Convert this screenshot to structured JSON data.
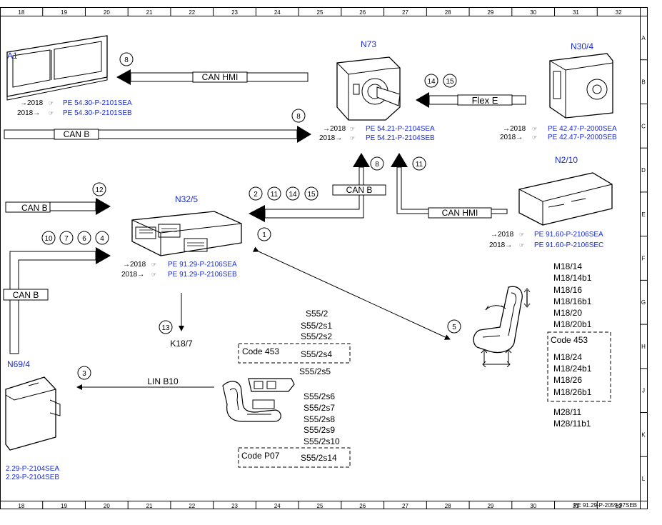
{
  "grid": {
    "columns": [
      "18",
      "19",
      "20",
      "21",
      "22",
      "23",
      "24",
      "25",
      "26",
      "27",
      "28",
      "29",
      "30",
      "31",
      "32"
    ],
    "rows": [
      "A",
      "B",
      "C",
      "D",
      "E",
      "F",
      "G",
      "H",
      "J",
      "K",
      "L"
    ]
  },
  "components": {
    "a1": "A1",
    "n73": "N73",
    "n30_4": "N30/4",
    "n2_10": "N2/10",
    "n32_5": "N32/5",
    "n69_4": "N69/4",
    "k18_7": "K18/7"
  },
  "year_labels": {
    "to_2018": "→2018",
    "from_2018": "2018→"
  },
  "refs": {
    "a1": [
      "PE 54.30-P-2101SEA",
      "PE 54.30-P-2101SEB"
    ],
    "n73": [
      "PE 54.21-P-2104SEA",
      "PE 54.21-P-2104SEB"
    ],
    "n30_4": [
      "PE 42.47-P-2000SEA",
      "PE 42.47-P-2000SEB"
    ],
    "n2_10": [
      "PE 91.60-P-2106SEA",
      "PE 91.60-P-2106SEC"
    ],
    "n32_5": [
      "PE 91.29-P-2106SEA",
      "PE 91.29-P-2106SEB"
    ],
    "n69_4": [
      "2.29-P-2104SEA",
      "2.29-P-2104SEB"
    ]
  },
  "bus_labels": {
    "can_hmi_a1": "CAN HMI",
    "can_b_top": "CAN B",
    "flex_e": "Flex E",
    "can_b_n73": "CAN B",
    "can_hmi_n2": "CAN HMI",
    "can_b_left": "CAN B",
    "can_b_left2": "CAN B",
    "lin_b10": "LIN B10"
  },
  "circle_numbers": {
    "a1": "8",
    "can_b_top": "8",
    "flex": [
      "14",
      "15"
    ],
    "n73_in": "8",
    "n2_in": "11",
    "n32_in": [
      "2",
      "11",
      "14",
      "15"
    ],
    "can12": "12",
    "left_group": [
      "10",
      "7",
      "6",
      "4"
    ],
    "seat_link": "1",
    "seat_right": "5",
    "k18": "13",
    "lin": "3"
  },
  "switch_list": {
    "top": [
      "S55/2",
      "S55/2s1",
      "S55/2s2"
    ],
    "code_box": {
      "code": "Code 453",
      "item": "S55/2s4"
    },
    "middle": "S55/2s5",
    "lower": [
      "S55/2s6",
      "S55/2s7",
      "S55/2s8",
      "S55/2s9",
      "S55/2s10"
    ],
    "code_box2": {
      "code": "Code P07",
      "item": "S55/2s14"
    }
  },
  "motor_list": {
    "top": [
      "M18/14",
      "M18/14b1",
      "M18/16",
      "M18/16b1",
      "M18/20",
      "M18/20b1"
    ],
    "code_box": {
      "code": "Code 453",
      "items": [
        "M18/24",
        "M18/24b1",
        "M18/26",
        "M18/26b1"
      ]
    },
    "bottom": [
      "M28/11",
      "M28/11b1"
    ]
  },
  "footer_ref": "PE 91.29-P-2059-97SEB",
  "colors": {
    "ref_blue": "#1a2bd6",
    "line": "#000000"
  }
}
